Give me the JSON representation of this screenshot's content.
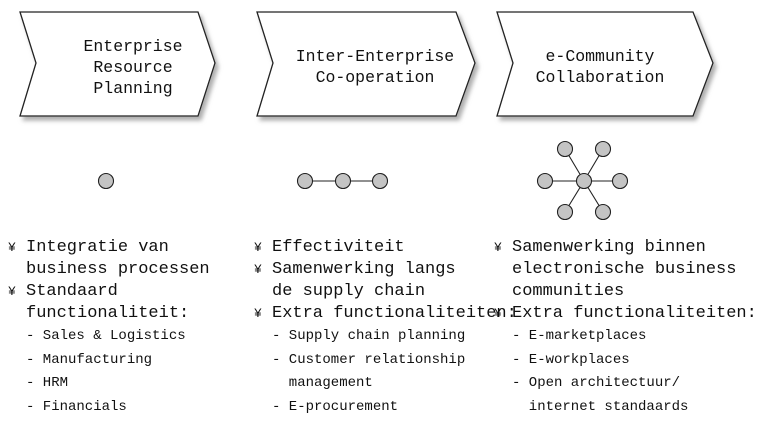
{
  "bullet_marker": "¥",
  "columns": [
    {
      "title": "Enterprise\nResource\nPlanning",
      "bullets": [
        {
          "text": "Integratie van\nbusiness processen",
          "sub": []
        },
        {
          "text": "Standaard\nfunctionaliteit:",
          "sub": [
            "- Sales & Logistics",
            "- Manufacturing",
            "- HRM",
            "- Financials"
          ]
        }
      ]
    },
    {
      "title": "Inter-Enterprise\nCo-operation",
      "bullets": [
        {
          "text": "Effectiviteit",
          "sub": []
        },
        {
          "text": "Samenwerking langs\nde supply chain",
          "sub": []
        },
        {
          "text": "Extra functionaliteiten:",
          "sub": [
            "- Supply chain planning",
            "- Customer relationship\n  management",
            "- E-procurement"
          ]
        }
      ]
    },
    {
      "title": "e-Community\nCollaboration",
      "bullets": [
        {
          "text": "Samenwerking binnen\nelectronische business\ncommunities",
          "sub": []
        },
        {
          "text": "Extra functionaliteiten:",
          "sub": [
            "- E-marketplaces",
            "- E-workplaces",
            "- Open architectuur/\n  internet standaards"
          ]
        }
      ]
    }
  ],
  "colors": {
    "node_fill": "#c4c4c4",
    "stroke": "#222222",
    "shadow": "#bdbdbd"
  }
}
